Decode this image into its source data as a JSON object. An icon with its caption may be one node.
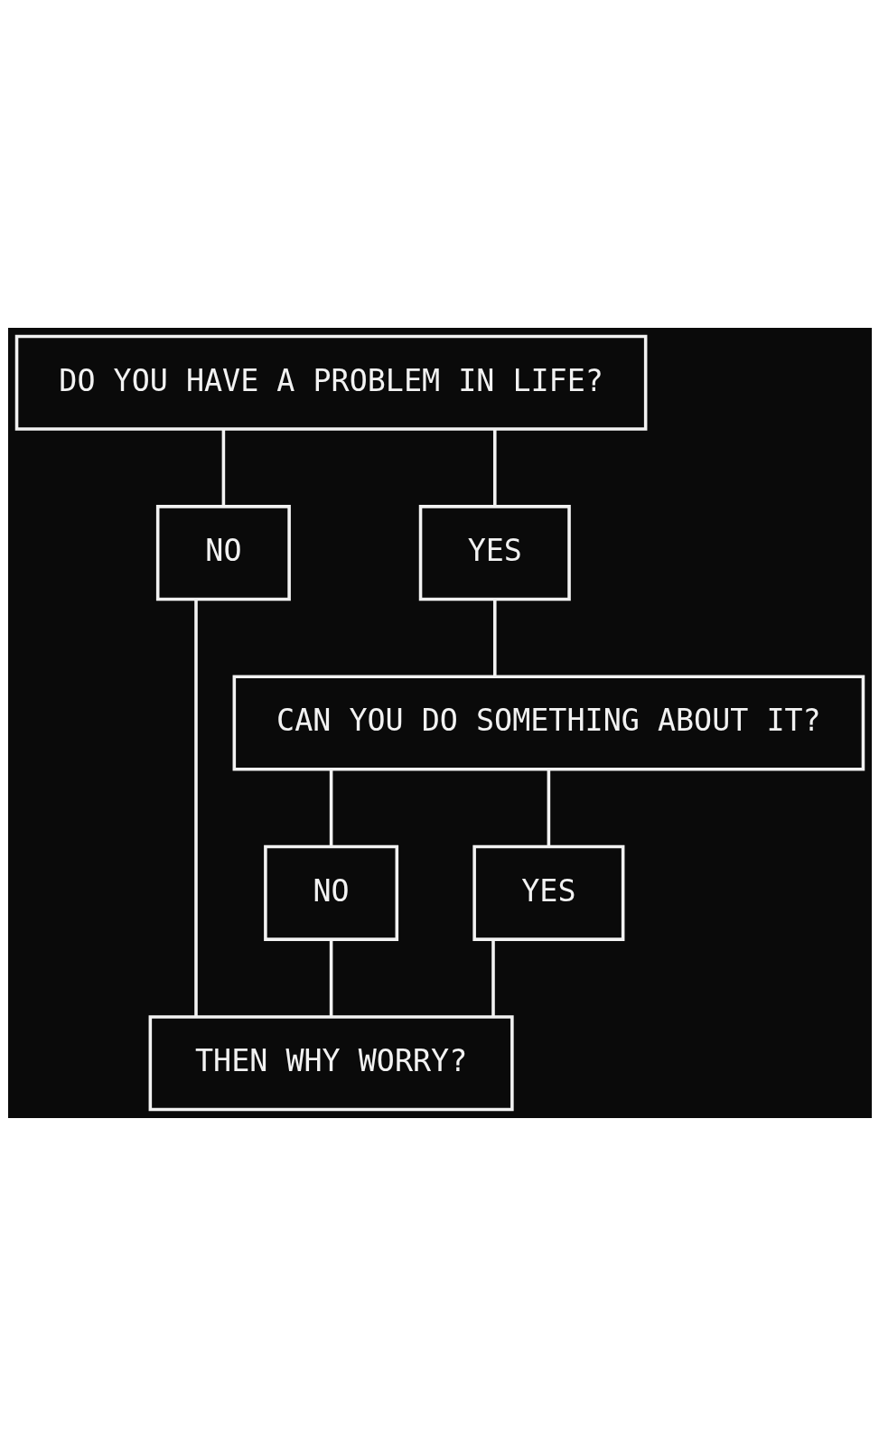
{
  "diagram": {
    "nodes": [
      {
        "text": [
          "DO YOU HAVE A PROBLEM IN LIFE?"
        ]
      },
      {
        "text": [
          "NO"
        ]
      },
      {
        "text": [
          "YES"
        ]
      },
      {
        "text": [
          "CAN YOU DO SOMETHING ABOUT IT?"
        ]
      },
      {
        "text": [
          "NO"
        ]
      },
      {
        "text": [
          "YES"
        ]
      },
      {
        "text": [
          "THEN WHY WORRY?"
        ]
      }
    ],
    "edges": [
      {
        "from": 0,
        "to": 1,
        "arrow": "none"
      },
      {
        "from": 0,
        "to": 2,
        "arrow": "none"
      },
      {
        "from": 2,
        "to": 3,
        "arrow": "none"
      },
      {
        "from": 1,
        "to": 6,
        "arrow": "none"
      },
      {
        "from": 3,
        "to": 4,
        "arrow": "none"
      },
      {
        "from": 3,
        "to": 5,
        "arrow": "none"
      },
      {
        "from": 4,
        "to": 6,
        "arrow": "none"
      },
      {
        "from": 5,
        "to": 6,
        "arrow": "none"
      }
    ]
  }
}
